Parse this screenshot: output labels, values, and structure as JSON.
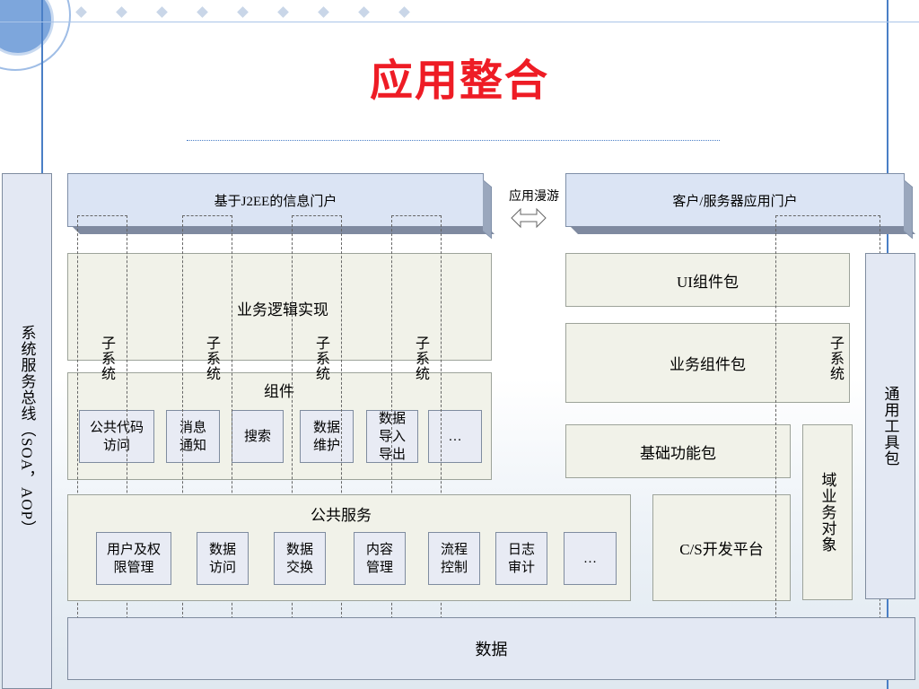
{
  "slide": {
    "title": "应用整合"
  },
  "top": {
    "portal_left": "基于J2EE的信息门户",
    "roaming": "应用漫游",
    "portal_right": "客户/服务器应用门户"
  },
  "left_bar": {
    "label": "系统服务总线（SOA，AOP）"
  },
  "right_bar": {
    "label": "通用工具包"
  },
  "left": {
    "business_logic": "业务逻辑实现",
    "components": "组件",
    "subsystem": "子系统",
    "component_items": [
      "公共代码\n访问",
      "消息\n通知",
      "搜索",
      "数据\n维护",
      "数据\n导入\n导出",
      "…"
    ],
    "public_services": "公共服务",
    "service_items": [
      "用户及权\n限管理",
      "数据\n访问",
      "数据\n交换",
      "内容\n管理",
      "流程\n控制",
      "日志\n审计",
      "…"
    ]
  },
  "right": {
    "ui_package": "UI组件包",
    "business_package": "业务组件包",
    "subsystem": "子系统",
    "base_package": "基础功能包",
    "domain_objects": "域业务对象",
    "cs_platform": "C/S开发平台"
  },
  "bottom": {
    "data": "数据"
  }
}
